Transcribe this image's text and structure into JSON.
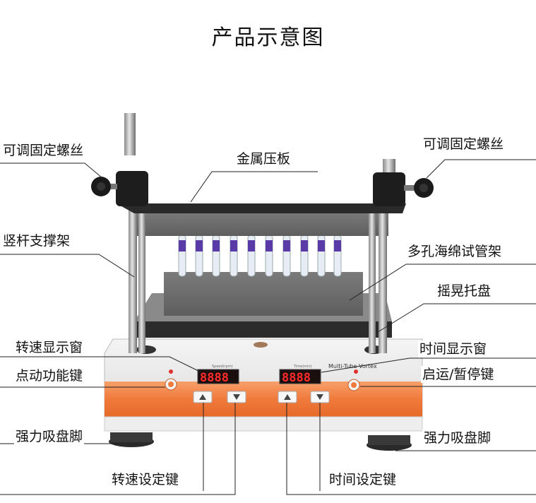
{
  "title": "产品示意图",
  "device": {
    "brand": "Multi-Tube Vortex",
    "speed_display_title": "Speed(rpm)",
    "time_display_title": "Time(min)",
    "speed_value": "8888",
    "time_value": "8888"
  },
  "labels": {
    "adjust_screw_left": "可调固定螺丝",
    "adjust_screw_right": "可调固定螺丝",
    "metal_plate": "金属压板",
    "vertical_rod": "竖杆支撑架",
    "sponge_rack": "多孔海绵试管架",
    "shaking_tray": "摇晃托盘",
    "speed_window": "转速显示窗",
    "time_window": "时间显示窗",
    "jog_key": "点动功能键",
    "start_pause_key": "启运/暂停键",
    "suction_feet_left": "强力吸盘脚",
    "suction_feet_right": "强力吸盘脚",
    "speed_set_keys": "转速设定键",
    "time_set_keys": "时间设定键"
  },
  "colors": {
    "panel_orange": "#f07a3c",
    "foam": "#6f6f6f",
    "display_red": "#ff2b2b",
    "tube_purple": "#5a3aa6"
  }
}
